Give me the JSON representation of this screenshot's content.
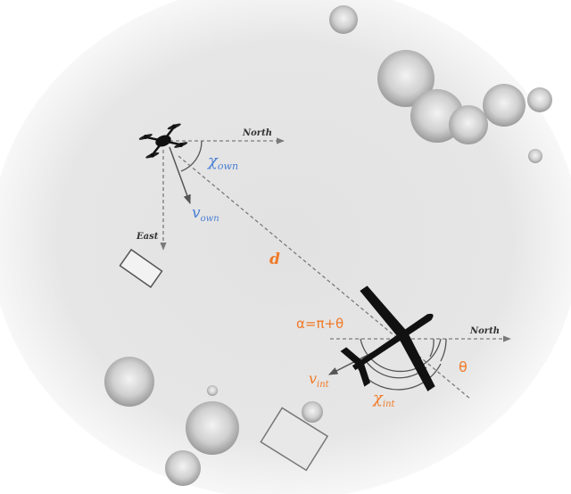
{
  "labels": {
    "north_own": "North",
    "east_own": "East",
    "north_int": "North",
    "chi_own_symbol": "χ",
    "chi_own_sub": "own",
    "v_own_symbol": "v",
    "v_own_sub": "own",
    "distance": "d",
    "alpha": "α=π+θ",
    "theta": "θ",
    "v_int_symbol": "v",
    "v_int_sub": "int",
    "chi_int_symbol": "χ",
    "chi_int_sub": "int"
  },
  "colors": {
    "own_label": "#4a7fd4",
    "int_label": "#f07a28",
    "arrow_dashed": "#7a7a7a",
    "arrow_solid": "#555555",
    "aircraft": "#111111",
    "vignette_center": "#e4e4e4",
    "vignette_edge": "#ffffff",
    "foliage": "#cfcfcf"
  },
  "icons": {
    "ownship": "quadcopter-drone-icon",
    "intruder": "fixed-wing-uav-icon"
  }
}
